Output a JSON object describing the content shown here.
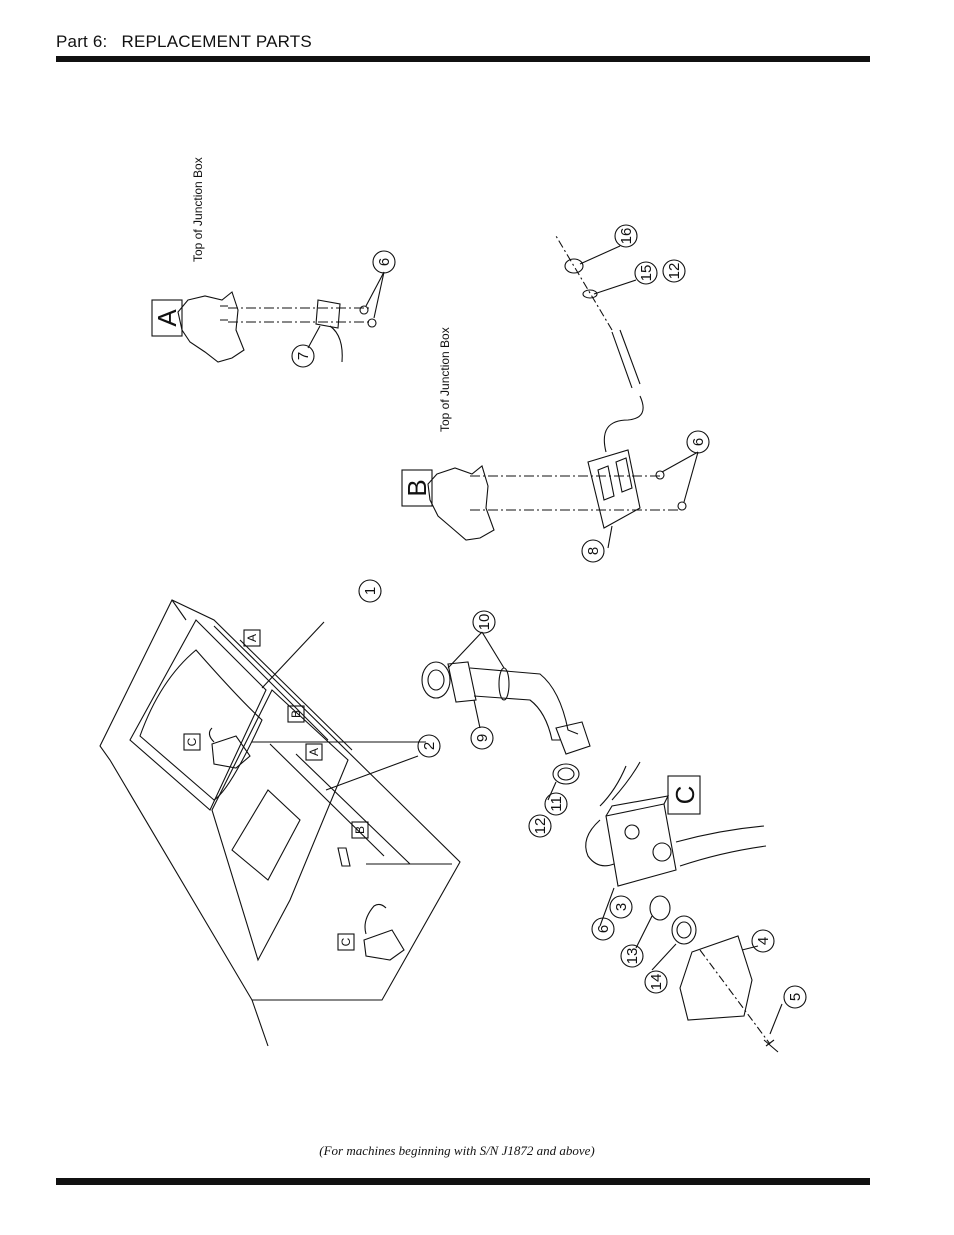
{
  "header": {
    "part": "Part 6:",
    "section": "REPLACEMENT PARTS"
  },
  "caption": "(For machines beginning with S/N J1872 and above)",
  "detail_labels": {
    "a": "A",
    "b": "B",
    "c": "C",
    "a_side_note": "Top of Junction Box",
    "b_side_note": "Top of Junction Box"
  },
  "machine_tags": {
    "upper_a": "A",
    "upper_b": "B",
    "upper_c": "C",
    "lower_a": "A",
    "lower_b": "B",
    "lower_c": "C"
  },
  "callouts": {
    "c1": "1",
    "c2": "2",
    "c3": "3",
    "c4": "4",
    "c5": "5",
    "c6_a": "6",
    "c6_b": "6",
    "c6_c": "6",
    "c7": "7",
    "c8": "8",
    "c9": "9",
    "c10": "10",
    "c11": "11",
    "c12_b": "12",
    "c12_c": "12",
    "c13": "13",
    "c14": "14",
    "c15": "15",
    "c16": "16"
  }
}
